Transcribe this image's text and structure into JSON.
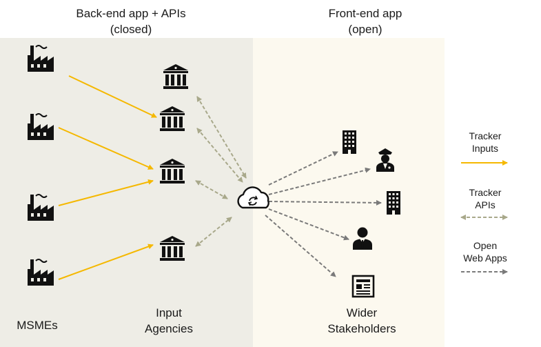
{
  "headings": {
    "backend": {
      "line1": "Back-end app + APIs",
      "line2": "(closed)"
    },
    "frontend": {
      "line1": "Front-end app",
      "line2": "(open)"
    }
  },
  "labels": {
    "msmes": "MSMEs",
    "input_agencies": {
      "line1": "Input",
      "line2": "Agencies"
    },
    "wider_stakeholders": {
      "line1": "Wider",
      "line2": "Stakeholders"
    }
  },
  "legend": [
    {
      "line1": "Tracker",
      "line2": "Inputs",
      "style": "solid",
      "color": "#f5b800"
    },
    {
      "line1": "Tracker",
      "line2": "APIs",
      "style": "dashed-bidirectional",
      "color": "#a8a88a"
    },
    {
      "line1": "Open",
      "line2": "Web Apps",
      "style": "dashed",
      "color": "#7a7a7a"
    }
  ],
  "icons": {
    "msme": "factory-icon",
    "agency": "bank-building-icon",
    "hub": "cloud-sync-icon",
    "stakeholders": [
      "office-building-icon",
      "police-officer-icon",
      "office-building-icon",
      "business-person-icon",
      "newspaper-icon"
    ]
  },
  "colors": {
    "inputs": "#f5b800",
    "apis": "#a8a88a",
    "webapps": "#7a7a7a",
    "back_bg": "#eeede6",
    "front_bg": "#fcf9ef"
  }
}
